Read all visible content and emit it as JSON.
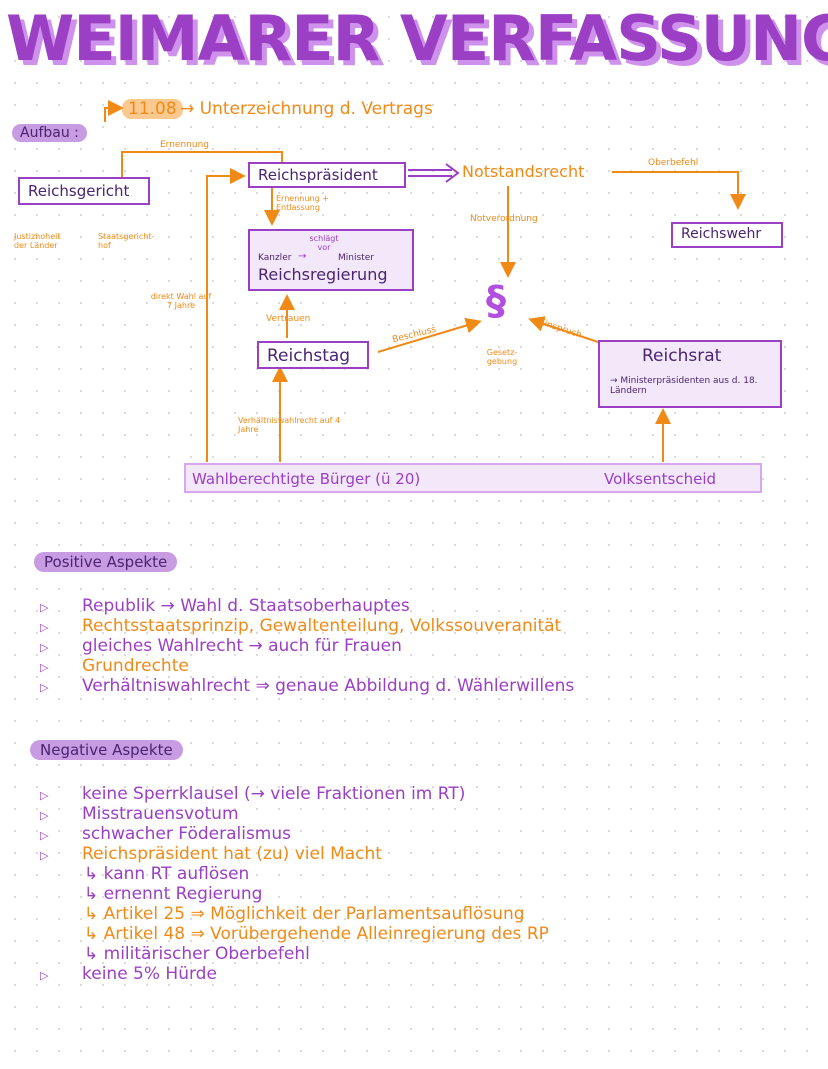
{
  "title": "WEIMARER VERFASSUNG",
  "date_note": "11.08",
  "date_text": "Unterzeichnung d. Vertrags",
  "aufbau_label": "Aufbau :",
  "diagram": {
    "ernennung_top": "Ernennung",
    "reichsgericht": "Reichsgericht",
    "justizhoheit": "Justizhoheit der Länder",
    "staatsgericht": "Staatsgericht-hof",
    "reichspraesident": "Reichspräsident",
    "notstandsrecht": "Notstandsrecht",
    "oberbefehl": "Oberbefehl",
    "reichswehr": "Reichswehr",
    "ernennung_entlassung": "Ernennung + Entlassung",
    "kanzler": "Kanzler",
    "schlaegt_vor": "schlägt vor",
    "minister": "Minister",
    "reichsregierung": "Reichsregierung",
    "notverordnung": "Notverordnung",
    "direkt_wahl": "direkt Wahl auf 7 Jahre",
    "vertrauen": "Vertrauen",
    "paragraph": "§",
    "gesetzgebung": "Gesetz-gebung",
    "beschluss": "Beschluss",
    "einspruch": "Einspruch",
    "reichstag": "Reichstag",
    "reichsrat": "Reichsrat",
    "reichsrat_note": "→ Ministerpräsidenten aus d. 18. Ländern",
    "verhaeltniswahlrecht": "Verhältniswahlrecht auf 4 Jahre",
    "buerger": "Wahlberechtigte Bürger (ü 20)",
    "volksentscheid": "Volksentscheid"
  },
  "positive": {
    "heading": "Positive Aspekte",
    "items": [
      {
        "text": "Republik → Wahl d. Staatsoberhauptes",
        "color": "#9b3fc4"
      },
      {
        "text": "Rechtsstaatsprinzip, Gewaltenteilung, Volkssouveranität",
        "color": "#f08a17"
      },
      {
        "text": "gleiches Wahlrecht → auch für Frauen",
        "color": "#9b3fc4"
      },
      {
        "text": "Grundrechte",
        "color": "#f08a17"
      },
      {
        "text": "Verhältniswahlrecht ⇒ genaue Abbildung d. Wählerwillens",
        "color": "#9b3fc4"
      }
    ]
  },
  "negative": {
    "heading": "Negative Aspekte",
    "items": [
      {
        "text": "keine Sperrklausel (→ viele Fraktionen im RT)",
        "color": "#9b3fc4",
        "bullet": true
      },
      {
        "text": "Misstrauensvotum",
        "color": "#9b3fc4",
        "bullet": true
      },
      {
        "text": "schwacher Föderalismus",
        "color": "#9b3fc4",
        "bullet": true
      },
      {
        "text": "Reichspräsident hat (zu) viel Macht",
        "color": "#f08a17",
        "bullet": true
      },
      {
        "text": "↳ kann RT auflösen",
        "color": "#9b3fc4",
        "bullet": false
      },
      {
        "text": "↳ ernennt Regierung",
        "color": "#9b3fc4",
        "bullet": false
      },
      {
        "text": "↳ Artikel 25 ⇒ Möglichkeit der Parlamentsauflösung",
        "color": "#f08a17",
        "bullet": false
      },
      {
        "text": "↳ Artikel 48 ⇒ Vorübergehende Alleinregierung des RP",
        "color": "#f08a17",
        "bullet": false
      },
      {
        "text": "↳ militärischer Oberbefehl",
        "color": "#9b3fc4",
        "bullet": false
      },
      {
        "text": "keine 5% Hürde",
        "color": "#9b3fc4",
        "bullet": true
      }
    ]
  },
  "colors": {
    "purple": "#9b3fc4",
    "purple_light": "#cf92ec",
    "orange": "#f08a17",
    "dark_purple": "#4a2470"
  }
}
